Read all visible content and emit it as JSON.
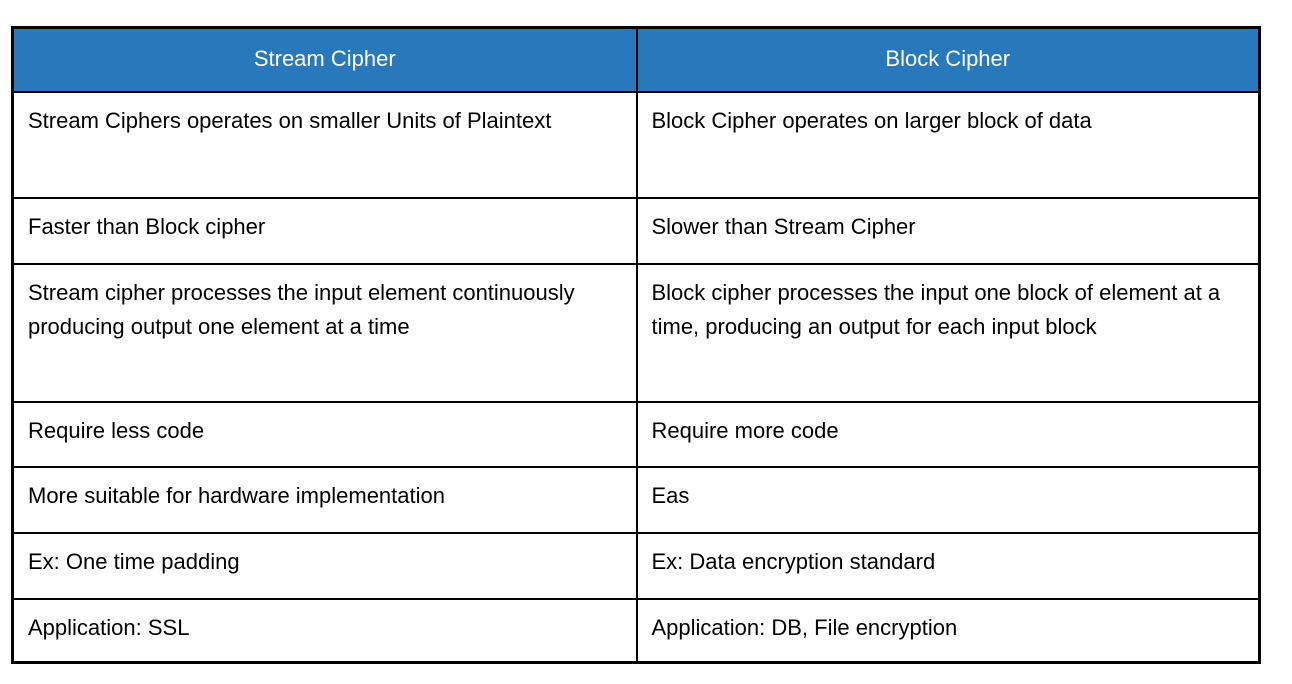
{
  "table": {
    "headers": {
      "col1": "Stream Cipher",
      "col2": "Block Cipher"
    },
    "rows": [
      {
        "stream": "Stream Ciphers operates on smaller Units of Plaintext",
        "block": "Block Cipher operates on larger block of data"
      },
      {
        "stream": "Faster than Block cipher",
        "block": "Slower than Stream Cipher"
      },
      {
        "stream": "Stream cipher processes the input element continuously producing output one element at a time",
        "block": "Block cipher processes the input one block of element at a time, producing an output for each input block"
      },
      {
        "stream": "Require less code",
        "block": "Require more code"
      },
      {
        "stream": "More suitable for hardware implementation",
        "block": "Eas"
      },
      {
        "stream": "Ex: One time padding",
        "block": "Ex: Data encryption standard"
      },
      {
        "stream": "Application: SSL",
        "block": "Application: DB, File encryption"
      }
    ],
    "colors": {
      "header_bg": "#2878BC",
      "header_text": "#FFFFFF",
      "border": "#000000",
      "body_text": "#000000"
    }
  }
}
